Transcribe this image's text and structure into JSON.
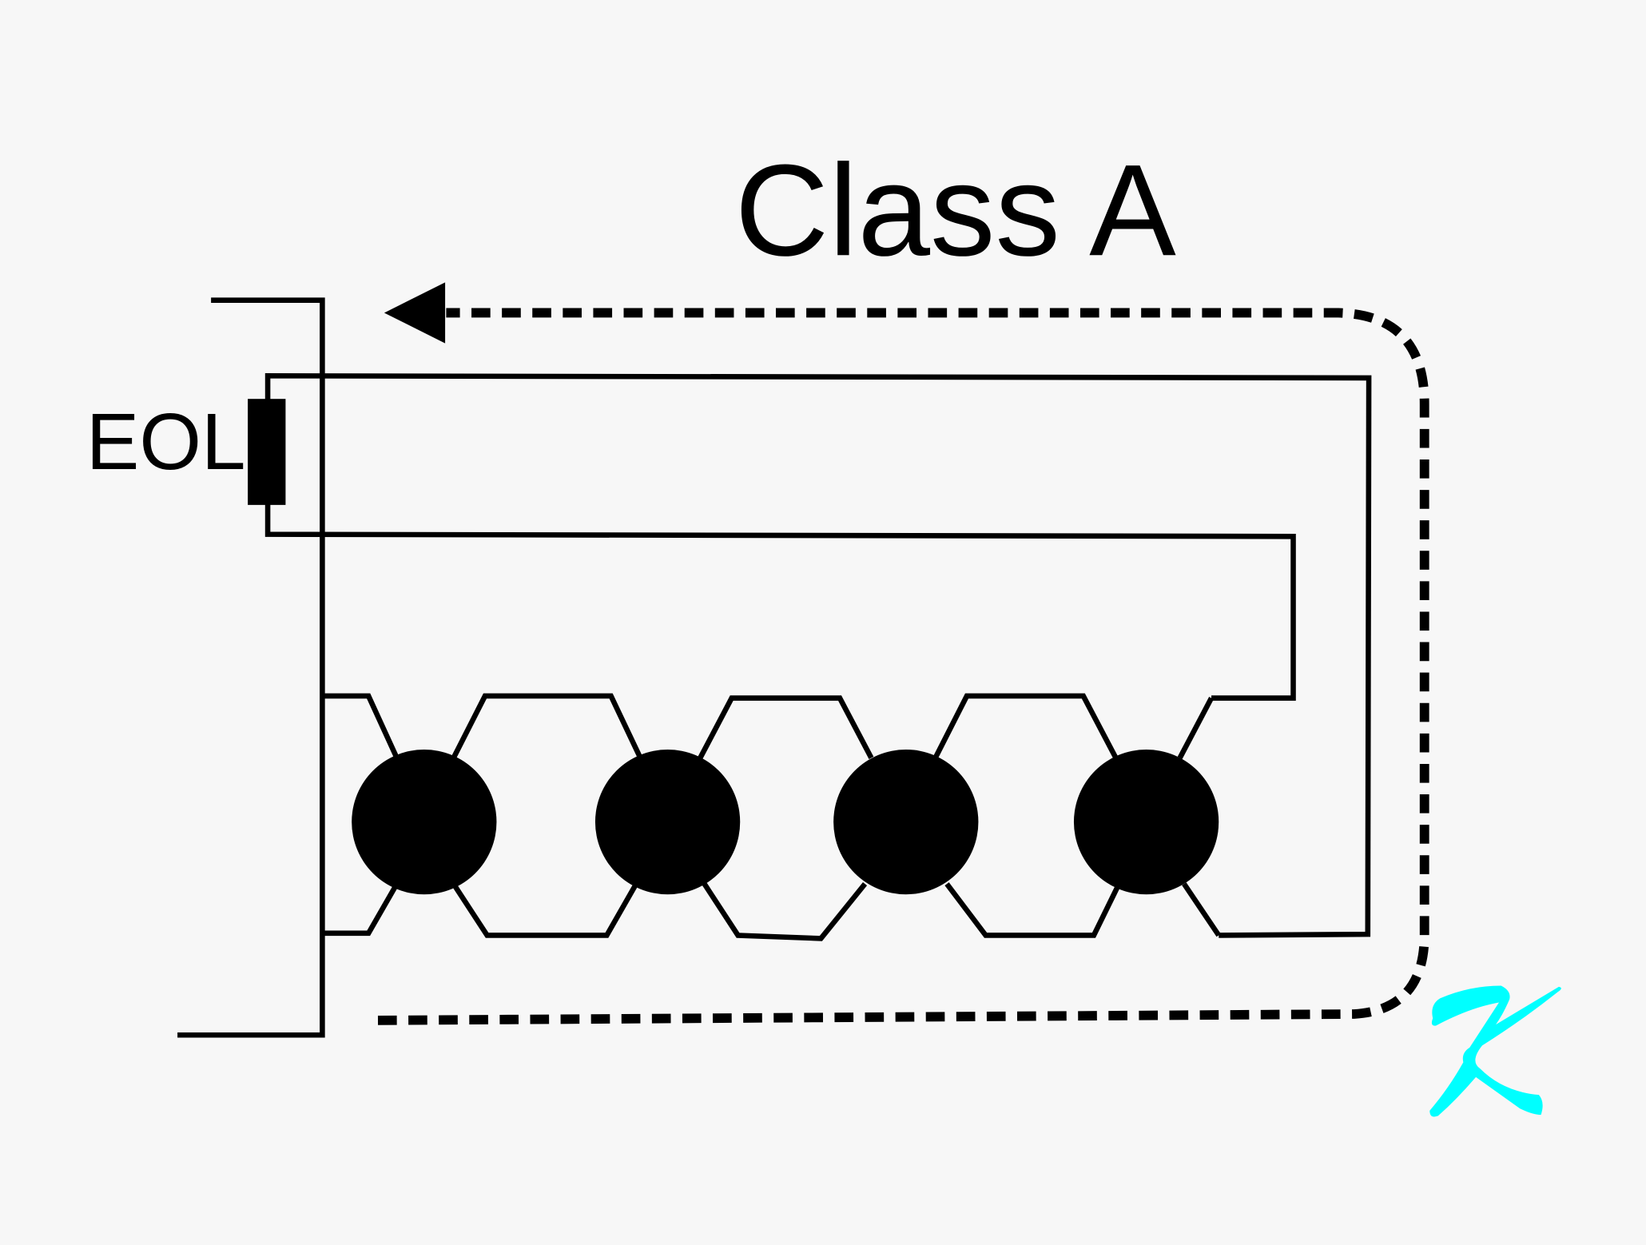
{
  "diagram": {
    "title": "Class A",
    "eol_label": "EOL",
    "device_count": 4,
    "colors": {
      "background": "#f7f7f7",
      "line": "#000000",
      "logo": "#00ffff"
    },
    "logo_letter": "K"
  }
}
